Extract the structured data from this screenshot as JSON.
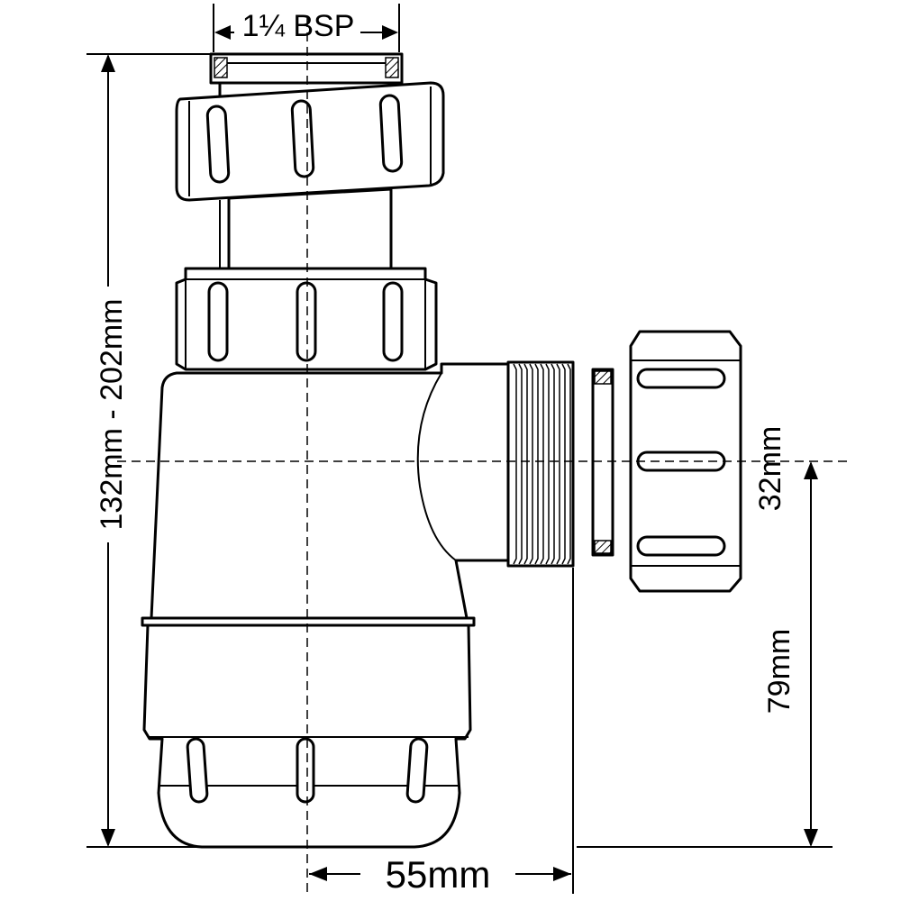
{
  "dimensions": {
    "top_thread": "1¼ BSP",
    "height_range": "132mm - 202mm",
    "outlet": "32mm",
    "outlet_height": "79mm",
    "outlet_offset": "55mm"
  },
  "colors": {
    "line": "#000000",
    "background": "#ffffff"
  }
}
